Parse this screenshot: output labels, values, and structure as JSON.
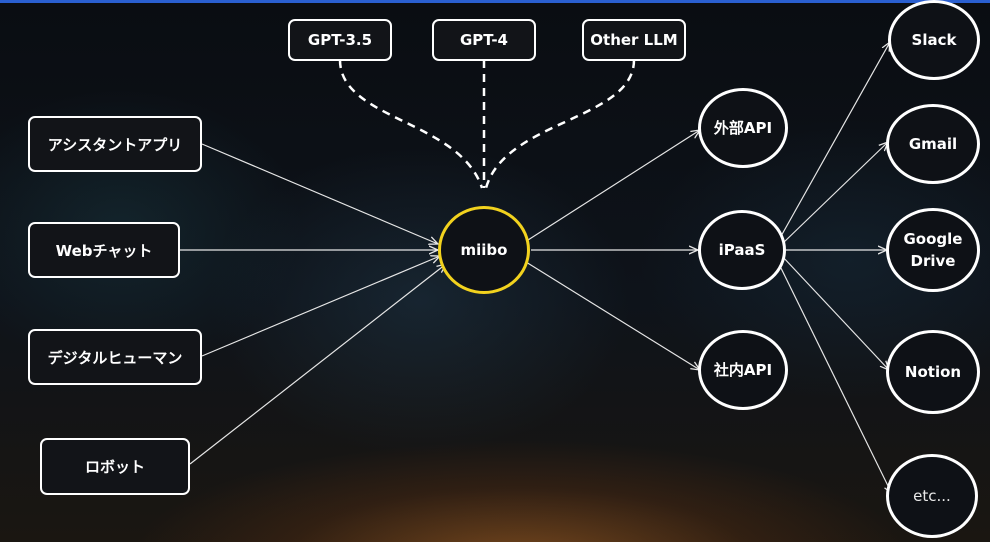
{
  "llms": [
    "GPT-3.5",
    "GPT-4",
    "Other LLM"
  ],
  "clients": [
    "アシスタントアプリ",
    "Webチャット",
    "デジタルヒューマン",
    "ロボット"
  ],
  "hub": "miibo",
  "connectors": [
    "外部API",
    "iPaaS",
    "社内API"
  ],
  "services": [
    "Slack",
    "Gmail",
    "Google Drive",
    "Notion",
    "etc..."
  ],
  "colors": {
    "hub_border": "#f2d21e",
    "node_border": "#ffffff",
    "lines": "#e6e6e6"
  }
}
